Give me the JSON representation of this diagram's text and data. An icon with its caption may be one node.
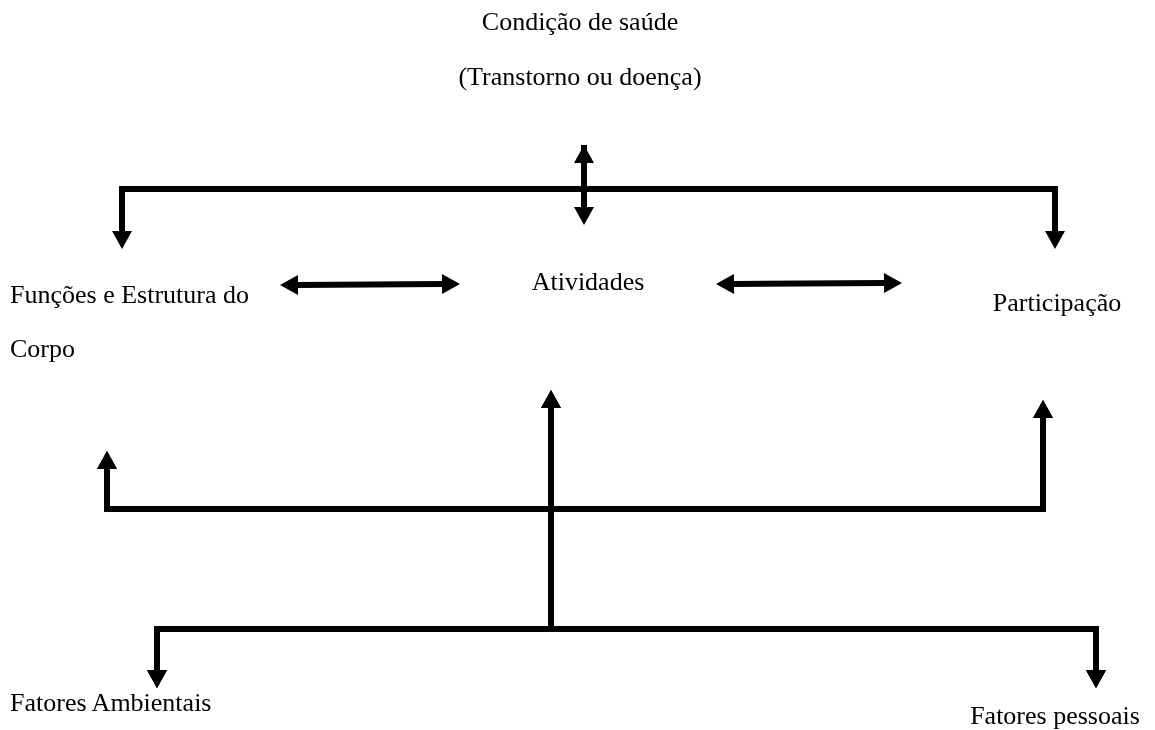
{
  "diagram": {
    "nodes": [
      {
        "text": [
          "Condição de saúde",
          "(Transtorno ou doença)"
        ]
      },
      {
        "text": [
          "Funções e Estrutura do Corpo"
        ]
      },
      {
        "text": [
          "Atividades"
        ]
      },
      {
        "text": [
          "Participação"
        ]
      },
      {
        "text": [
          "Fatores Ambientais"
        ]
      },
      {
        "text": [
          "Fatores pessoais"
        ]
      }
    ],
    "edges": [
      {
        "from": 0,
        "to": 2,
        "arrow": "both"
      },
      {
        "from": 0,
        "to": 1,
        "arrow": "to"
      },
      {
        "from": 0,
        "to": 3,
        "arrow": "to"
      },
      {
        "from": 1,
        "to": 2,
        "arrow": "both"
      },
      {
        "from": 2,
        "to": 3,
        "arrow": "both"
      },
      {
        "from": 4,
        "to": 1,
        "arrow": "both"
      },
      {
        "from": 4,
        "to": 2,
        "arrow": "both"
      },
      {
        "from": 4,
        "to": 3,
        "arrow": "both"
      },
      {
        "from": 5,
        "to": 1,
        "arrow": "both"
      },
      {
        "from": 5,
        "to": 2,
        "arrow": "both"
      },
      {
        "from": 5,
        "to": 3,
        "arrow": "both"
      }
    ]
  }
}
